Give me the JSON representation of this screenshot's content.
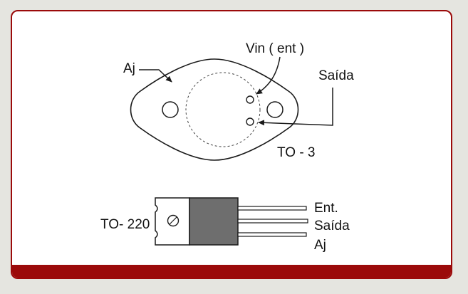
{
  "colors": {
    "frame": "#9b0a0a",
    "background": "#e5e5e0",
    "card": "#ffffff",
    "ink": "#1a1a1a",
    "die_fill": "#6e6e6e"
  },
  "to3": {
    "package_label": "TO - 3",
    "pin_labels": {
      "adj": "Aj",
      "vin": "Vin ( ent )",
      "out": "Saída"
    }
  },
  "to220": {
    "package_label": "TO- 220",
    "pin_labels": [
      "Ent.",
      "Saída",
      "Aj"
    ]
  }
}
